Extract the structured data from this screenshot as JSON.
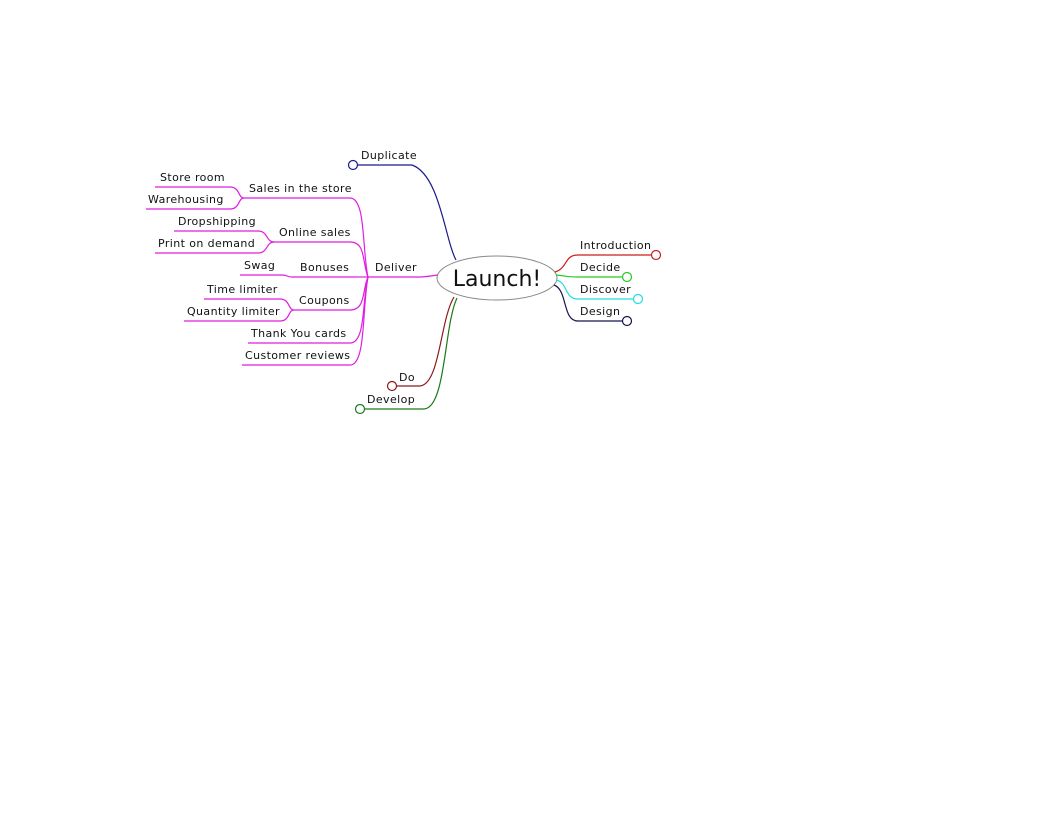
{
  "colors": {
    "duplicate": "#1a1a8c",
    "deliver": "#e01ee0",
    "do": "#8b1a1a",
    "develop": "#1a7a1a",
    "introduction": "#c81e1e",
    "decide": "#22cc22",
    "discover": "#22dddd",
    "design": "#141450"
  },
  "mindmap": {
    "root": "Launch!",
    "branches": {
      "duplicate": "Duplicate",
      "deliver": {
        "label": "Deliver",
        "sales_in_store": {
          "label": "Sales in the store",
          "store_room": "Store room",
          "warehousing": "Warehousing"
        },
        "online_sales": {
          "label": "Online sales",
          "dropshipping": "Dropshipping",
          "print_on_demand": "Print on demand"
        },
        "bonuses": {
          "label": "Bonuses",
          "swag": "Swag"
        },
        "coupons": {
          "label": "Coupons",
          "time_limiter": "Time limiter",
          "quantity_limiter": "Quantity limiter"
        },
        "thank_you_cards": "Thank You cards",
        "customer_reviews": "Customer reviews"
      },
      "do": "Do",
      "develop": "Develop",
      "introduction": "Introduction",
      "decide": "Decide",
      "discover": "Discover",
      "design": "Design"
    }
  }
}
